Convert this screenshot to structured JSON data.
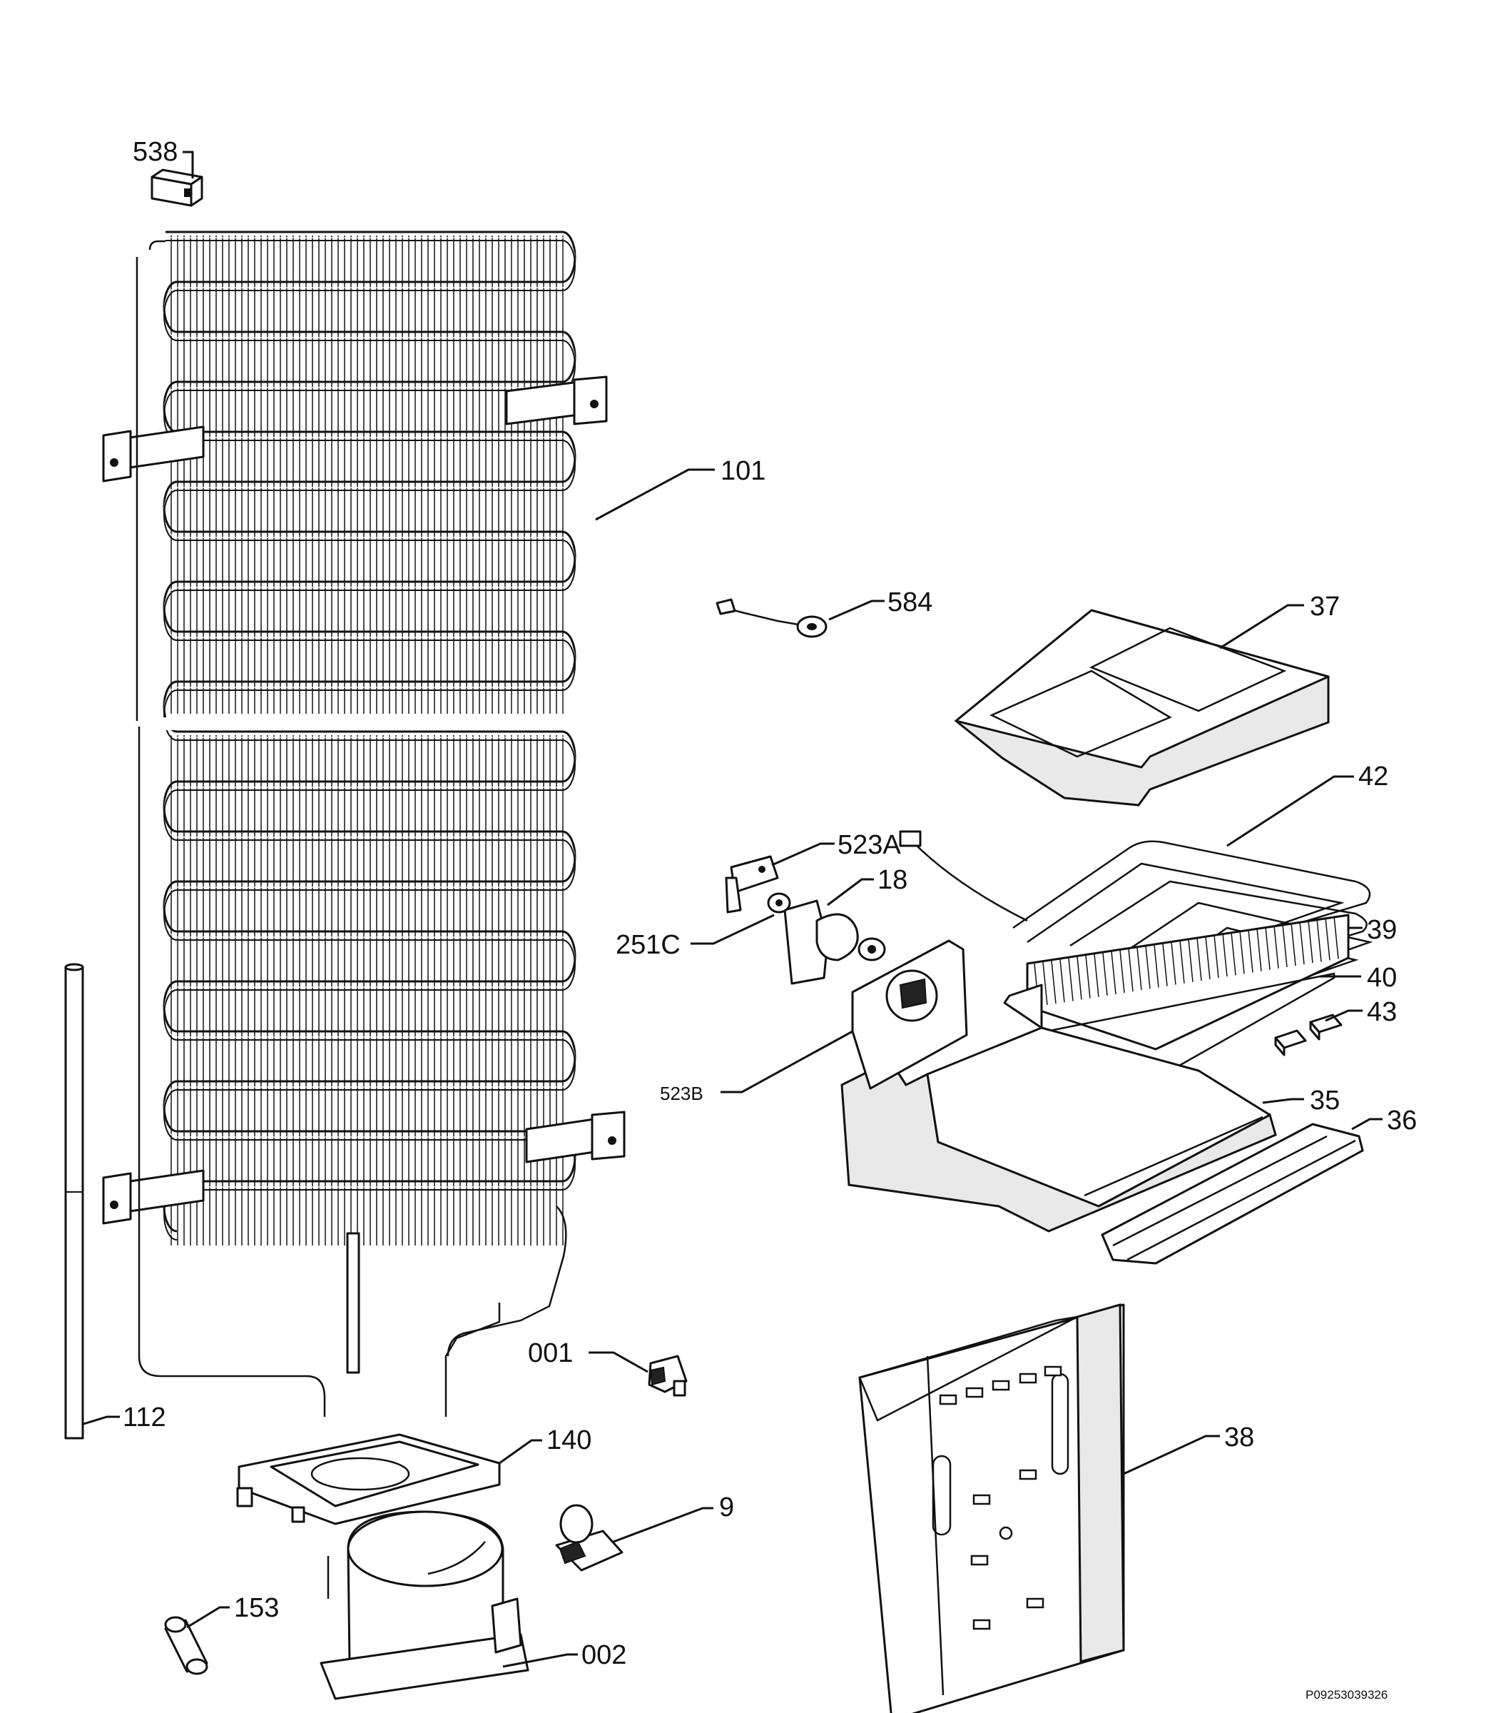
{
  "labels": {
    "p538": "538",
    "p101": "101",
    "p584": "584",
    "p37": "37",
    "p42": "42",
    "p523a": "523A",
    "p18": "18",
    "p251c": "251C",
    "p39": "39",
    "p40": "40",
    "p43": "43",
    "p523b": "523B",
    "p35": "35",
    "p36": "36",
    "p001": "001",
    "p112": "112",
    "p140": "140",
    "p38": "38",
    "p9": "9",
    "p153": "153",
    "p002": "002"
  },
  "footer": {
    "code": "P09253039326"
  }
}
